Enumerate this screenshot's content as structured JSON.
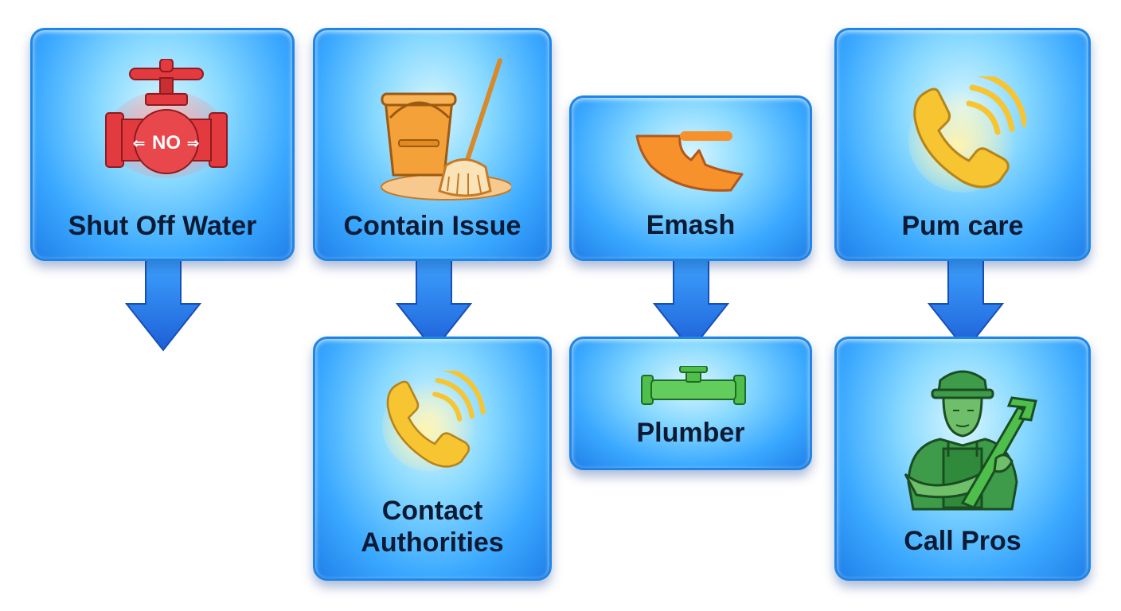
{
  "nodes": {
    "shut_off_water": {
      "label": "Shut Off Water",
      "badge": "NO"
    },
    "contain_issue": {
      "label": "Contain Issue"
    },
    "emash": {
      "label": "Emash"
    },
    "pum_care": {
      "label": "Pum care"
    },
    "contact_authorities": {
      "label_line1": "Contact",
      "label_line2": "Authorities"
    },
    "plumber": {
      "label": "Plumber"
    },
    "call_pros": {
      "label": "Call Pros"
    }
  },
  "colors": {
    "card_border": "#1f86e6",
    "arrow": "#1e6fe0",
    "valve_red": "#e23a3f",
    "bucket_orange": "#f5a13a",
    "phone_yellow": "#f7c531",
    "pipe_green": "#4fbf4b",
    "worker_green": "#3d9b49"
  },
  "icons": [
    "valve-icon",
    "bucket-mop-icon",
    "pipe-bend-icon",
    "phone-icon",
    "pipe-icon",
    "plumber-worker-icon"
  ]
}
